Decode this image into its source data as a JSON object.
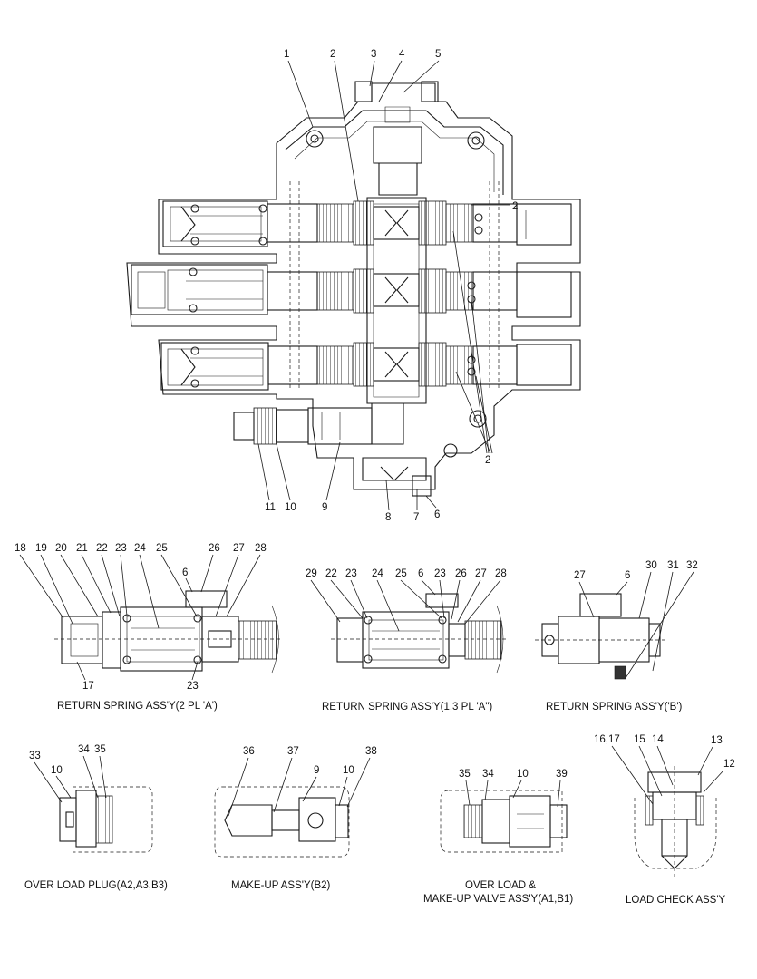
{
  "main_callouts": [
    "1",
    "2",
    "3",
    "4",
    "5",
    "2",
    "2",
    "11",
    "10",
    "9",
    "8",
    "7",
    "6"
  ],
  "detail_a_callouts": [
    "18",
    "19",
    "20",
    "21",
    "22",
    "23",
    "24",
    "25",
    "26",
    "27",
    "28",
    "6",
    "17",
    "23"
  ],
  "detail_b_callouts": [
    "29",
    "22",
    "23",
    "24",
    "25",
    "6",
    "23",
    "26",
    "27",
    "28"
  ],
  "detail_c_callouts": [
    "27",
    "6",
    "30",
    "31",
    "32"
  ],
  "detail_d_callouts": [
    "33",
    "10",
    "34",
    "35"
  ],
  "detail_e_callouts": [
    "36",
    "37",
    "9",
    "10",
    "38"
  ],
  "detail_f_callouts": [
    "35",
    "34",
    "10",
    "39"
  ],
  "detail_g_callouts": [
    "16,17",
    "15",
    "14",
    "13",
    "12"
  ],
  "captions": {
    "return_spring_2pl_a": "RETURN SPRING ASS'Y(2 PL 'A')",
    "return_spring_13pl_a": "RETURN SPRING ASS'Y(1,3 PL 'A\")",
    "return_spring_b": "RETURN SPRING ASS'Y('B')",
    "over_load_plug": "OVER LOAD PLUG(A2,A3,B3)",
    "make_up": "MAKE-UP ASS'Y(B2)",
    "over_load_makeup_line1": "OVER LOAD &",
    "over_load_makeup_line2": "MAKE-UP VALVE ASS'Y(A1,B1)",
    "load_check": "LOAD CHECK ASS'Y"
  }
}
